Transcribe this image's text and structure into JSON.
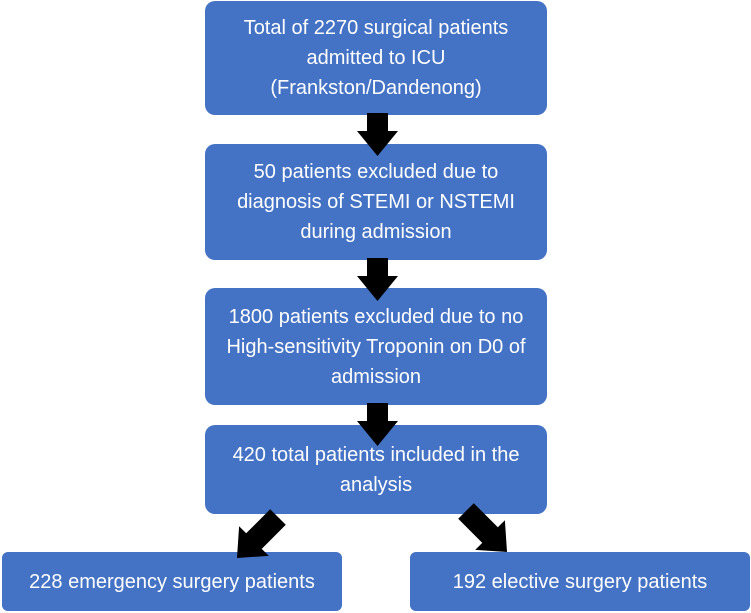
{
  "flowchart": {
    "steps": [
      {
        "text": "Total of 2270 surgical patients admitted to ICU (Frankston/Dandenong)"
      },
      {
        "text": "50 patients excluded due to diagnosis of STEMI or NSTEMI during admission"
      },
      {
        "text": "1800 patients excluded due to no High-sensitivity Troponin on D0 of admission"
      },
      {
        "text": "420 total patients included in the analysis"
      }
    ],
    "outcomes": [
      {
        "text": "228 emergency surgery patients"
      },
      {
        "text": "192 elective surgery patients"
      }
    ]
  },
  "colors": {
    "box_fill": "#4472C4",
    "box_text": "#FFFFFF",
    "arrow_fill": "#000000"
  }
}
